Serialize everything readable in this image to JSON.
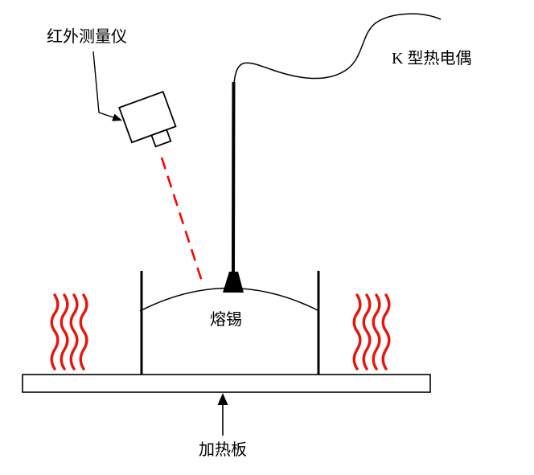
{
  "labels": {
    "infrared_meter": "红外测量仪",
    "thermocouple": "K 型热电偶",
    "molten_tin": "熔锡",
    "heating_plate": "加热板"
  },
  "colors": {
    "outline": "#000000",
    "heat_wave": "#e8140c",
    "laser_beam": "#fb0303"
  }
}
